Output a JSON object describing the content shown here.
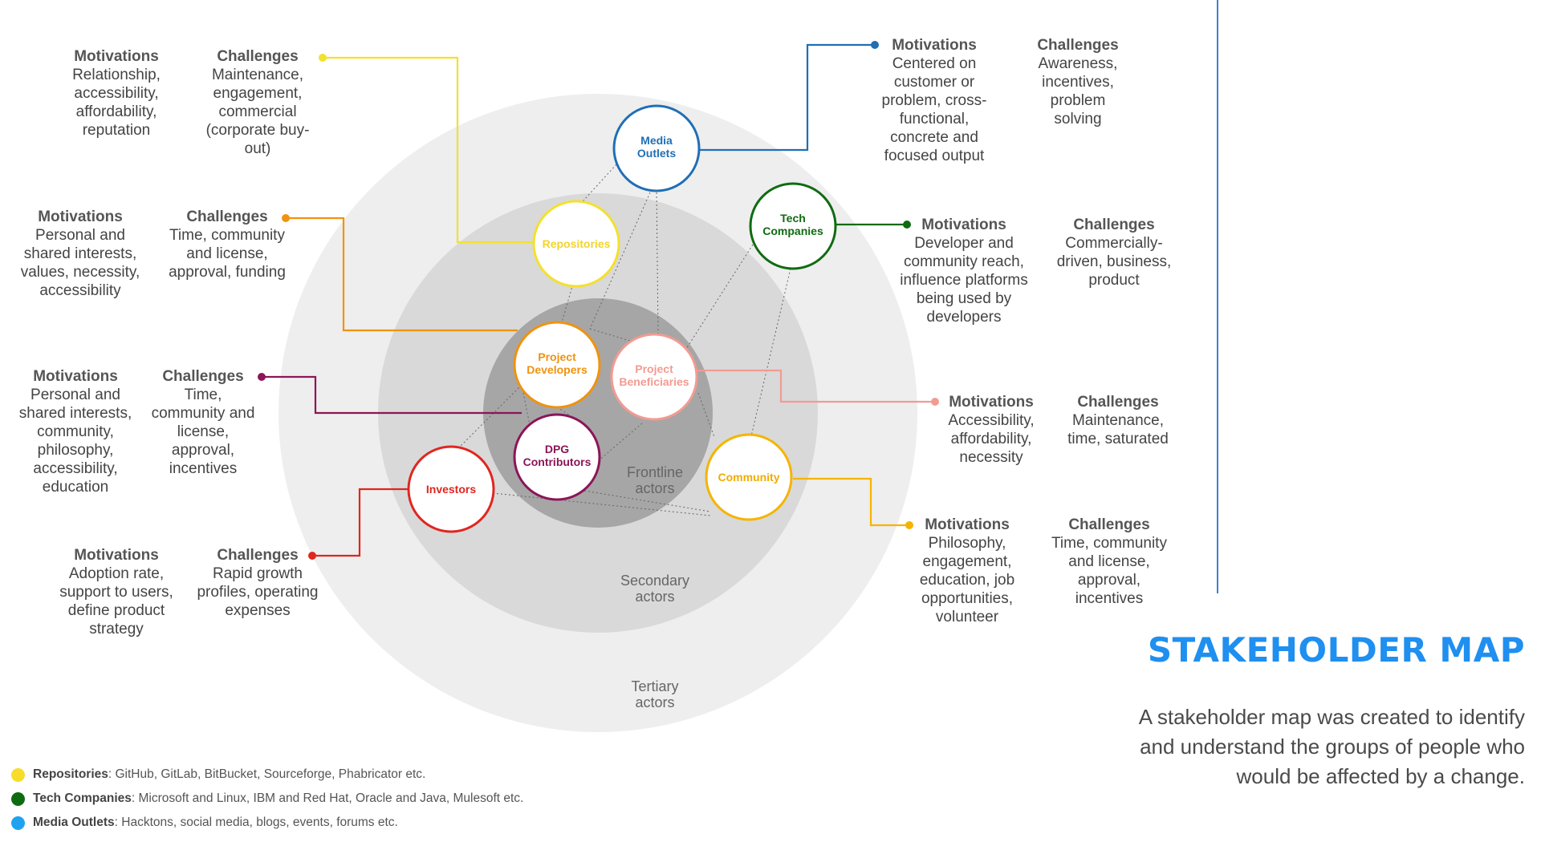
{
  "title": "STAKEHOLDER MAP",
  "description": "A stakeholder map was created to identify and understand the groups of people who would be affected by a change.",
  "rings": {
    "frontline": "Frontline actors",
    "secondary": "Secondary actors",
    "tertiary": "Tertiary actors"
  },
  "colors": {
    "media": "#1f6fb5",
    "tech": "#0f6b12",
    "repositories": "#f4e02e",
    "developers": "#f0920f",
    "beneficiaries": "#f29b92",
    "contributors": "#8c1557",
    "investors": "#e0261f",
    "community": "#f5b400",
    "accent_blue": "#1f8ff0"
  },
  "nodes": {
    "media": "Media Outlets",
    "tech": "Tech Companies",
    "repositories": "Repositories",
    "developers": "Project Developers",
    "beneficiaries": "Project Beneficiaries",
    "contributors": "DPG Contributors",
    "investors": "Investors",
    "community": "Community"
  },
  "blocks": {
    "repositories": {
      "motivations_label": "Motivations",
      "motivations": "Relationship, accessibility, affordability, reputation",
      "challenges_label": "Challenges",
      "challenges": "Maintenance, engagement, commercial (corporate buy-out)"
    },
    "developers": {
      "motivations_label": "Motivations",
      "motivations": "Personal and shared interests, values, necessity, accessibility",
      "challenges_label": "Challenges",
      "challenges": "Time, community and license, approval, funding"
    },
    "contributors": {
      "motivations_label": "Motivations",
      "motivations": "Personal and shared interests, community, philosophy, accessibility, education",
      "challenges_label": "Challenges",
      "challenges": "Time, community and license, approval, incentives"
    },
    "investors": {
      "motivations_label": "Motivations",
      "motivations": "Adoption rate, support to users, define product strategy",
      "challenges_label": "Challenges",
      "challenges": "Rapid growth profiles, operating expenses"
    },
    "media": {
      "motivations_label": "Motivations",
      "motivations": "Centered on customer or problem, cross-functional, concrete and focused output",
      "challenges_label": "Challenges",
      "challenges": "Awareness, incentives, problem solving"
    },
    "tech": {
      "motivations_label": "Motivations",
      "motivations": "Developer and community reach, influence platforms being used by developers",
      "challenges_label": "Challenges",
      "challenges": "Commercially-driven, business, product"
    },
    "beneficiaries": {
      "motivations_label": "Motivations",
      "motivations": "Accessibility, affordability, necessity",
      "challenges_label": "Challenges",
      "challenges": "Maintenance, time, saturated"
    },
    "community": {
      "motivations_label": "Motivations",
      "motivations": "Philosophy, engagement, education, job opportunities, volunteer",
      "challenges_label": "Challenges",
      "challenges": "Time, community and license, approval, incentives"
    }
  },
  "legend": [
    {
      "name": "Repositories",
      "text": ": GitHub, GitLab, BitBucket, Sourceforge, Phabricator etc.",
      "color": "#f7dc2a"
    },
    {
      "name": "Tech Companies",
      "text": ": Microsoft and Linux, IBM and Red Hat, Oracle and Java, Mulesoft etc.",
      "color": "#0f6b12"
    },
    {
      "name": "Media Outlets",
      "text": ": Hacktons, social media, blogs, events, forums etc.",
      "color": "#1fa3f0"
    }
  ]
}
